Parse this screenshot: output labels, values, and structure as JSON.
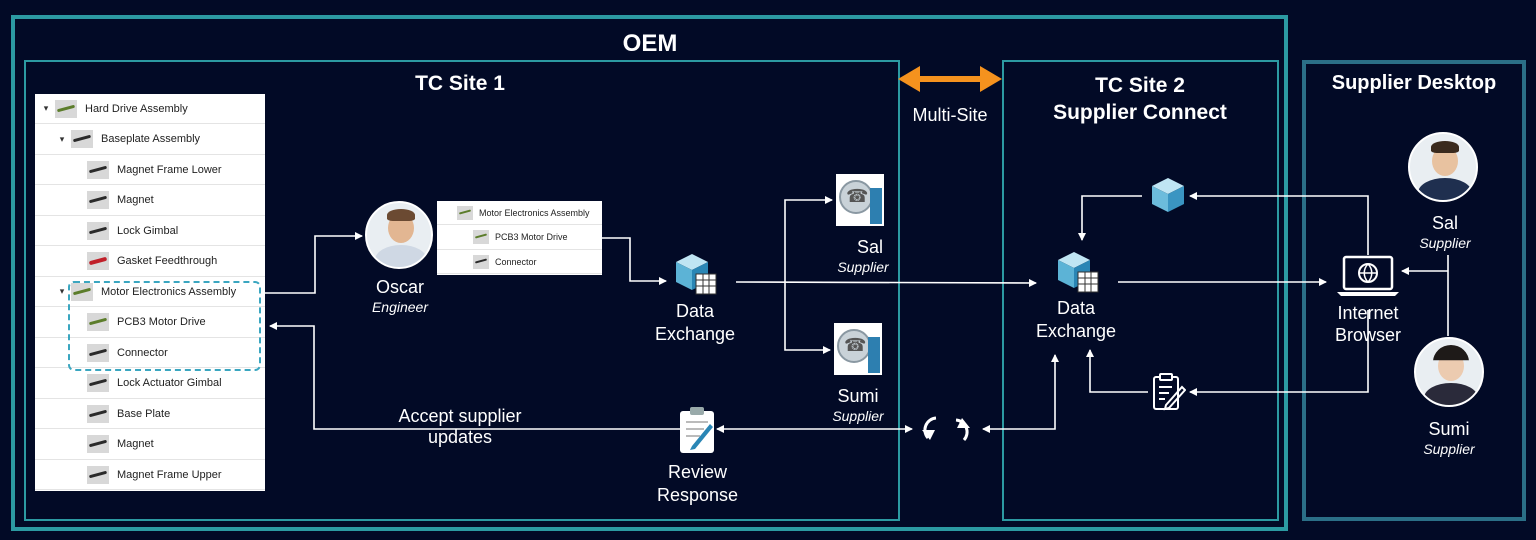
{
  "titles": {
    "oem": "OEM",
    "site1": "TC Site 1",
    "site2_line1": "TC Site 2",
    "site2_line2": "Supplier Connect",
    "supplier_desktop": "Supplier Desktop",
    "multisite": "Multi-Site"
  },
  "tree": [
    {
      "label": "Hard Drive Assembly",
      "level": 0,
      "expanded": true,
      "thumb": "green"
    },
    {
      "label": "Baseplate Assembly",
      "level": 1,
      "expanded": true,
      "thumb": "dark"
    },
    {
      "label": "Magnet Frame Lower",
      "level": 2,
      "thumb": "dark"
    },
    {
      "label": "Magnet",
      "level": 2,
      "thumb": "dark"
    },
    {
      "label": "Lock Gimbal",
      "level": 2,
      "thumb": "dark"
    },
    {
      "label": "Gasket Feedthrough",
      "level": 2,
      "thumb": "red"
    },
    {
      "label": "Motor Electronics Assembly",
      "level": 1,
      "expanded": true,
      "thumb": "green"
    },
    {
      "label": "PCB3 Motor Drive",
      "level": 2,
      "thumb": "green"
    },
    {
      "label": "Connector",
      "level": 2,
      "thumb": "dark"
    },
    {
      "label": "Lock Actuator Gimbal",
      "level": 2,
      "thumb": "dark"
    },
    {
      "label": "Base Plate",
      "level": 2,
      "thumb": "dark"
    },
    {
      "label": "Magnet",
      "level": 2,
      "thumb": "dark"
    },
    {
      "label": "Magnet Frame Upper",
      "level": 2,
      "thumb": "dark"
    }
  ],
  "mini_tree": [
    {
      "label": "Motor Electronics Assembly",
      "level": 0,
      "thumb": "green"
    },
    {
      "label": "PCB3 Motor Drive",
      "level": 1,
      "thumb": "green"
    },
    {
      "label": "Connector",
      "level": 1,
      "thumb": "dark"
    }
  ],
  "oscar": {
    "name": "Oscar",
    "role": "Engineer"
  },
  "sal_site1": {
    "name": "Sal",
    "role": "Supplier"
  },
  "sumi_site1": {
    "name": "Sumi",
    "role": "Supplier"
  },
  "data_exchange_1": {
    "line1": "Data",
    "line2": "Exchange"
  },
  "data_exchange_2": {
    "line1": "Data",
    "line2": "Exchange"
  },
  "review": {
    "line1": "Review",
    "line2": "Response"
  },
  "accept": {
    "line1": "Accept supplier",
    "line2": "updates"
  },
  "browser": {
    "line1": "Internet",
    "line2": "Browser"
  },
  "sal_desktop": {
    "name": "Sal",
    "role": "Supplier"
  },
  "sumi_desktop": {
    "name": "Sumi",
    "role": "Supplier"
  },
  "colors": {
    "background": "#020a26",
    "frame": "#2c9aa2",
    "supplier_frame": "#2b6f87",
    "multisite_arrow": "#f5921e",
    "highlight": "#3aa6c0"
  }
}
